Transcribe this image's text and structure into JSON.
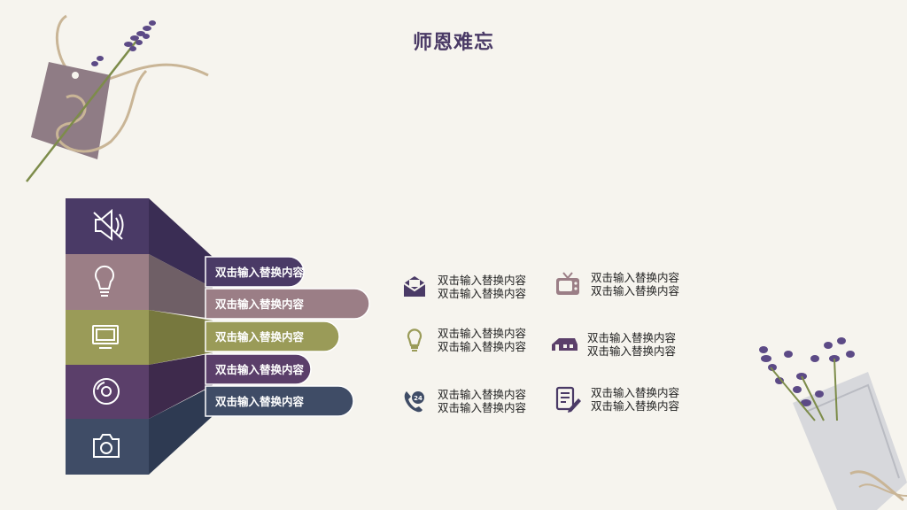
{
  "title": "师恩难忘",
  "colors": {
    "purple_dark": "#4a3a66",
    "mauve": "#9b7e86",
    "olive": "#9a9b58",
    "plum": "#5b3f6a",
    "slate": "#3f4c66",
    "background": "#f6f4ee"
  },
  "rows": [
    {
      "icon": "speaker-icon",
      "label": "双击输入替换内容"
    },
    {
      "icon": "lightbulb-icon",
      "label": "双击输入替换内容"
    },
    {
      "icon": "monitor-icon",
      "label": "双击输入替换内容"
    },
    {
      "icon": "disc-icon",
      "label": "双击输入替换内容"
    },
    {
      "icon": "camera-icon",
      "label": "双击输入替换内容"
    }
  ],
  "items": [
    {
      "icon": "mail-icon",
      "text": "双击输入替换内容双击输入替换内容"
    },
    {
      "icon": "tv-icon",
      "text": "双击输入替换内容双击输入替换内容"
    },
    {
      "icon": "lightbulb-icon",
      "text": "双击输入替换内容双击输入替换内容"
    },
    {
      "icon": "house-icon",
      "text": "双击输入替换内容双击输入替换内容"
    },
    {
      "icon": "phone-24-icon",
      "text": "双击输入替换内容双击输入替换内容"
    },
    {
      "icon": "document-edit-icon",
      "text": "双击输入替换内容双击输入替换内容"
    }
  ]
}
